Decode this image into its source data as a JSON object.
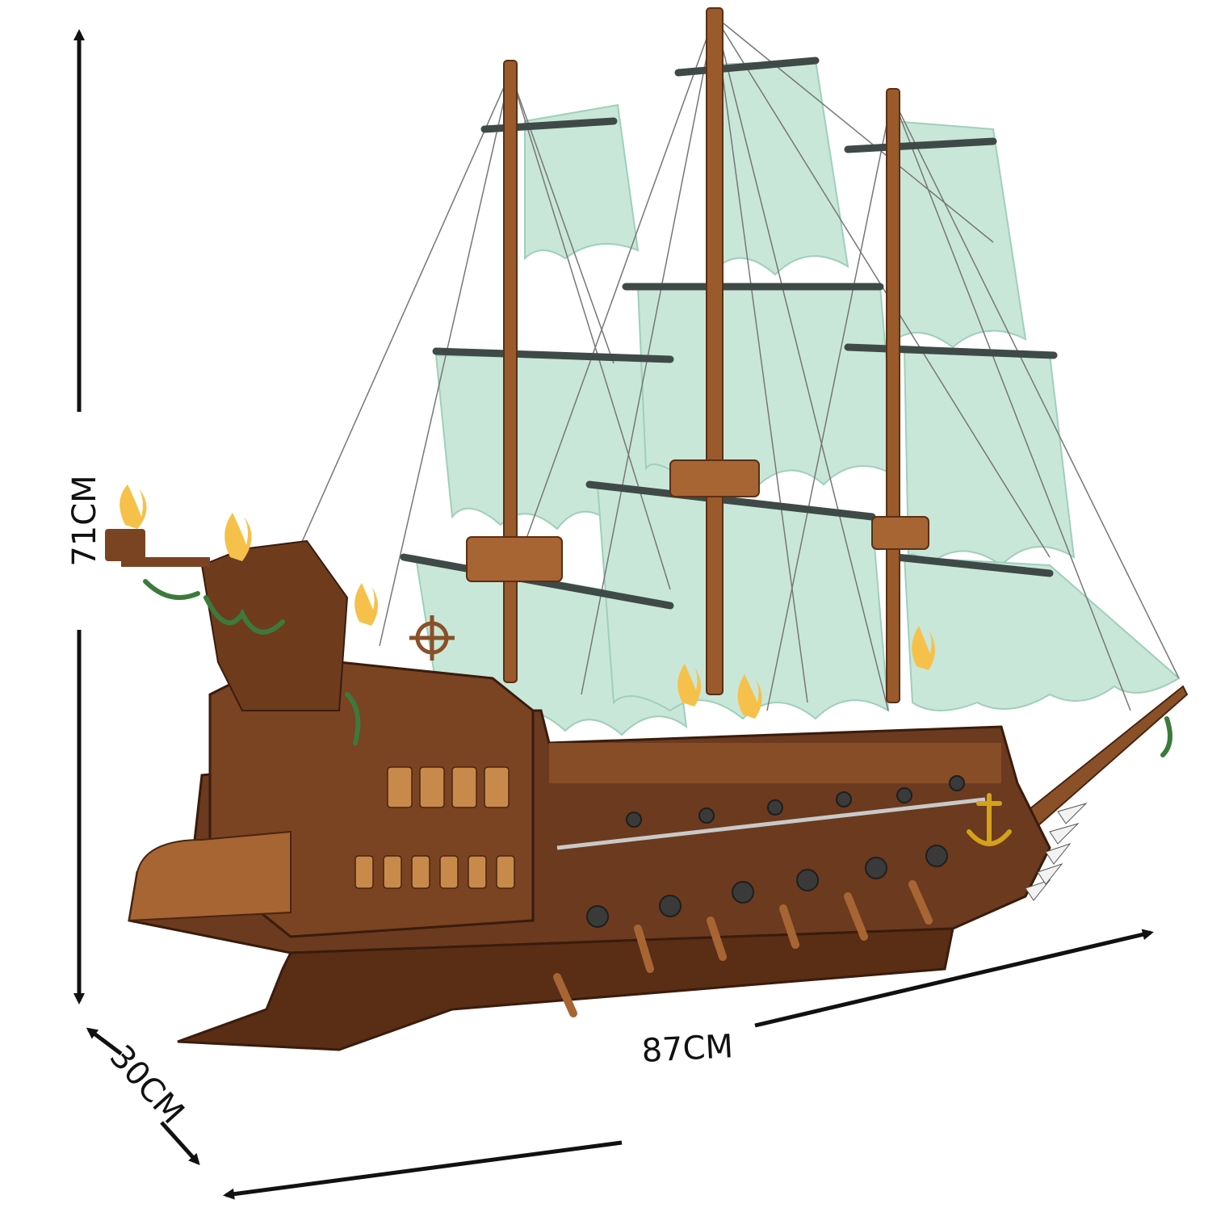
{
  "dimensions": {
    "height": "71CM",
    "width": "87CM",
    "depth": "30CM"
  },
  "colors": {
    "hull": "#6b3a1f",
    "hull_dark": "#4a2410",
    "hull_light": "#8a5028",
    "mast": "#9a5a2c",
    "sail": "#bfe3d3",
    "sail_edge": "#8fc7b0",
    "flame": "#f6c14a",
    "foliage": "#3c7a3c",
    "anchor": "#d4a21a",
    "cannon": "#3a3a3a",
    "arrow": "#111111"
  },
  "icons": {
    "ship": "pirate-ship-model",
    "anchor": "anchor-icon",
    "torch": "torch-icon"
  }
}
